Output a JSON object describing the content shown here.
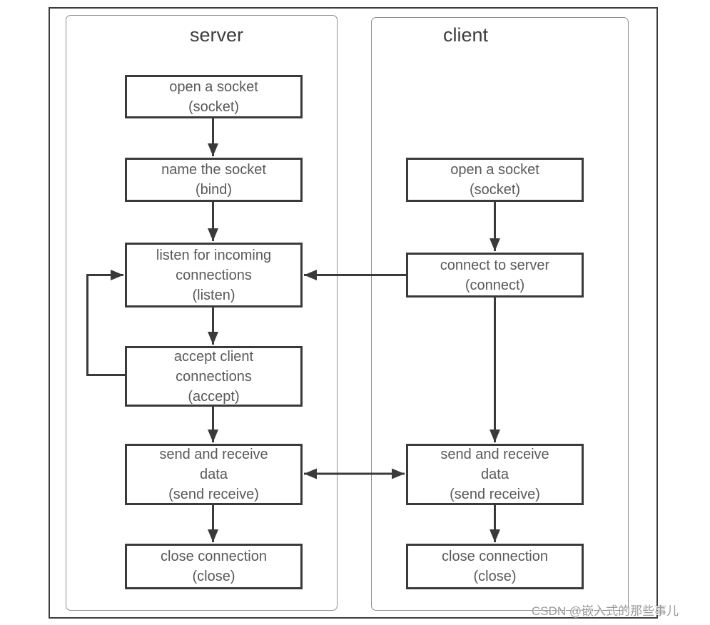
{
  "watermark": "CSDN @嵌入式的那些事儿",
  "diagram": {
    "type": "flowchart",
    "columns": [
      {
        "id": "server",
        "title": "server",
        "boxes": [
          {
            "id": "server-socket",
            "lines": [
              "open a socket",
              "(socket)"
            ]
          },
          {
            "id": "server-bind",
            "lines": [
              "name the socket",
              "(bind)"
            ]
          },
          {
            "id": "server-listen",
            "lines": [
              "listen for incoming",
              "connections",
              "(listen)"
            ]
          },
          {
            "id": "server-accept",
            "lines": [
              "accept client",
              "connections",
              "(accept)"
            ]
          },
          {
            "id": "server-sendrecv",
            "lines": [
              "send and receive",
              "data",
              "(send receive)"
            ]
          },
          {
            "id": "server-close",
            "lines": [
              "close connection",
              "(close)"
            ]
          }
        ]
      },
      {
        "id": "client",
        "title": "client",
        "boxes": [
          {
            "id": "client-socket",
            "lines": [
              "open a socket",
              "(socket)"
            ]
          },
          {
            "id": "client-connect",
            "lines": [
              "connect to server",
              "(connect)"
            ]
          },
          {
            "id": "client-sendrecv",
            "lines": [
              "send and receive",
              "data",
              "(send receive)"
            ]
          },
          {
            "id": "client-close",
            "lines": [
              "close connection",
              "(close)"
            ]
          }
        ]
      }
    ],
    "edges": [
      {
        "from": "server-socket",
        "to": "server-bind",
        "type": "arrow"
      },
      {
        "from": "server-bind",
        "to": "server-listen",
        "type": "arrow"
      },
      {
        "from": "server-listen",
        "to": "server-accept",
        "type": "arrow"
      },
      {
        "from": "server-accept",
        "to": "server-listen",
        "type": "loop-arrow"
      },
      {
        "from": "server-accept",
        "to": "server-sendrecv",
        "type": "arrow"
      },
      {
        "from": "server-sendrecv",
        "to": "server-close",
        "type": "arrow"
      },
      {
        "from": "client-socket",
        "to": "client-connect",
        "type": "arrow"
      },
      {
        "from": "client-connect",
        "to": "server-listen",
        "type": "arrow"
      },
      {
        "from": "client-connect",
        "to": "client-sendrecv",
        "type": "arrow"
      },
      {
        "from": "client-sendrecv",
        "to": "server-sendrecv",
        "type": "double-arrow"
      },
      {
        "from": "client-sendrecv",
        "to": "client-close",
        "type": "arrow"
      }
    ],
    "colors": {
      "box_border": "#3a3a3a",
      "box_text": "#595959",
      "panel_border": "#8e8e8e",
      "outer_border": "#3c3c3c",
      "arrow": "#3a3a3a",
      "watermark_text": "#9b9b9b",
      "background": "#ffffff"
    }
  }
}
